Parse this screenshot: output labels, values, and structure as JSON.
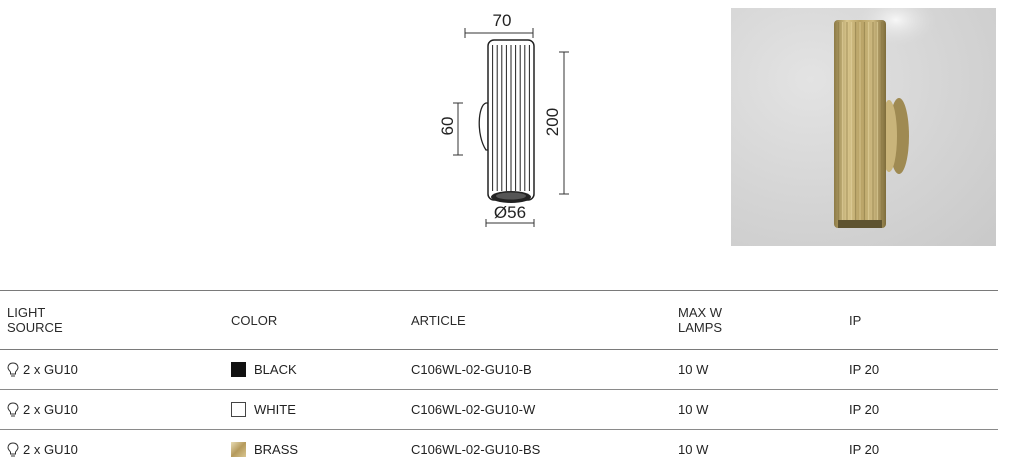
{
  "drawing": {
    "width_label": "70",
    "height_label": "200",
    "mount_label": "60",
    "diameter_label": "Ø56"
  },
  "table": {
    "headers": {
      "light_source": "LIGHT\nSOURCE",
      "color": "COLOR",
      "article": "ARTICLE",
      "max_w": "MAX W\nLAMPS",
      "ip": "IP"
    },
    "rows": [
      {
        "light_source": "2 x GU10",
        "color": "BLACK",
        "swatch": "#111111",
        "article": "C106WL-02-GU10-B",
        "max_w": "10 W",
        "ip": "IP 20"
      },
      {
        "light_source": "2 x GU10",
        "color": "WHITE",
        "swatch": "#ffffff",
        "article": "C106WL-02-GU10-W",
        "max_w": "10 W",
        "ip": "IP 20"
      },
      {
        "light_source": "2 x GU10",
        "color": "BRASS",
        "swatch": "#c9b27a",
        "article": "C106WL-02-GU10-BS",
        "max_w": "10 W",
        "ip": "IP 20"
      }
    ]
  }
}
